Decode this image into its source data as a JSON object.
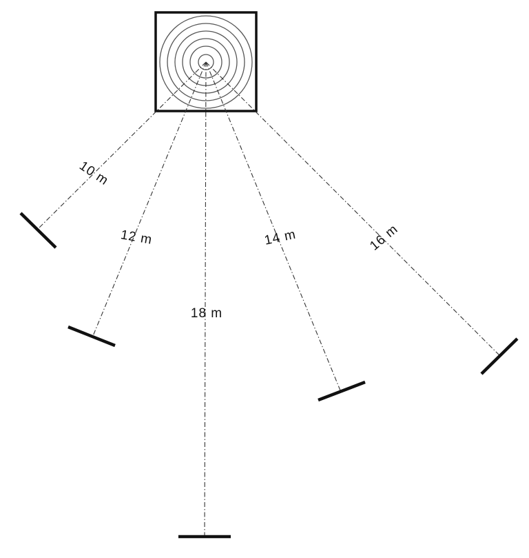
{
  "diagram": {
    "targets": [
      {
        "id": "t10",
        "label": "10 m"
      },
      {
        "id": "t12",
        "label": "12 m"
      },
      {
        "id": "t18",
        "label": "18 m"
      },
      {
        "id": "t14",
        "label": "14 m"
      },
      {
        "id": "t16",
        "label": "16 m"
      }
    ]
  }
}
